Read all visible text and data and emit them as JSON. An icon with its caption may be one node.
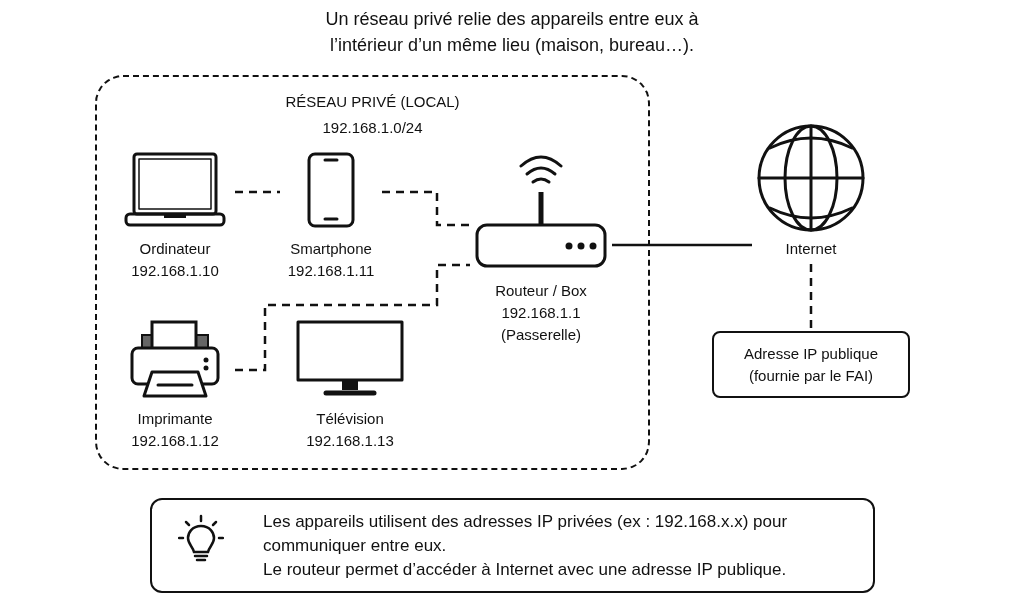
{
  "diagram": {
    "title": "Un réseau privé relie des appareils entre eux à l’intérieur d’un même lieu (maison, bureau…).",
    "nodes": [
      {
        "text": [
          "RÉSEAU PRIVÉ (LOCAL)",
          "192.168.1.0/24"
        ]
      },
      {
        "text": [
          "Ordinateur",
          "192.168.1.10"
        ],
        "in": 0
      },
      {
        "text": [
          "Smartphone",
          "192.168.1.11"
        ],
        "in": 0
      },
      {
        "text": [
          "Routeur / Box",
          "192.168.1.1",
          "(Passerelle)"
        ],
        "in": 0
      },
      {
        "text": [
          "Imprimante",
          "192.168.1.12"
        ],
        "in": 0
      },
      {
        "text": [
          "Télévision",
          "192.168.1.13"
        ],
        "in": 0
      },
      {
        "text": [
          "Internet"
        ]
      },
      {
        "text": [
          "Adresse IP publique",
          "(fournie par le FAI)"
        ]
      },
      {
        "text": [
          "Les appareils utilisent des adresses IP privées (ex : 192.168.x.x) pour communiquer entre eux.",
          "Le routeur permet d’accéder à Internet avec une adresse IP publique."
        ]
      }
    ],
    "edges": [
      {
        "from": 1,
        "to": 2,
        "arrow": "none",
        "style": "dashed"
      },
      {
        "from": 2,
        "to": 3,
        "arrow": "none",
        "style": "dashed"
      },
      {
        "from": 4,
        "to": 3,
        "arrow": "none",
        "style": "dashed"
      },
      {
        "from": 3,
        "to": 6,
        "arrow": "none"
      },
      {
        "from": 6,
        "to": 7,
        "arrow": "none",
        "style": "dashed"
      }
    ]
  }
}
